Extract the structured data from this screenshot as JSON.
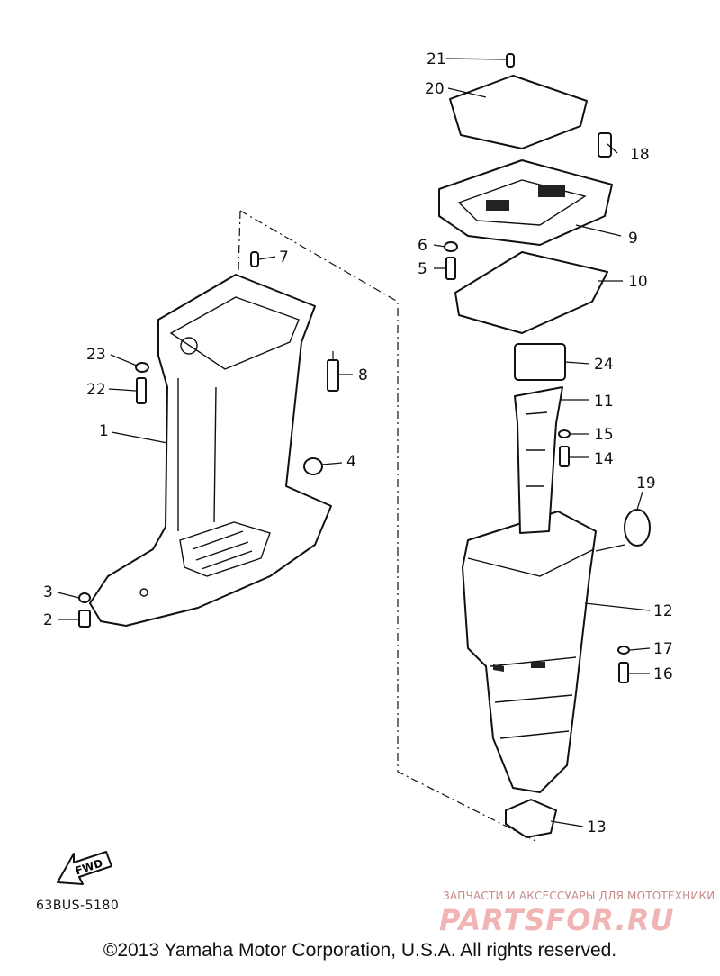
{
  "diagram": {
    "code": "63BUS-5180",
    "direction_label": "FWD",
    "copyright": "©2013 Yamaha Motor Corporation, U.S.A. All rights reserved.",
    "watermark_caption": "ЗАПЧАСТИ И АКСЕССУАРЫ ДЛЯ МОТОТЕХНИКИ",
    "watermark_logo": "PARTSFOR.RU",
    "callouts": {
      "c1": "1",
      "c2": "2",
      "c3": "3",
      "c4": "4",
      "c5": "5",
      "c6": "6",
      "c7": "7",
      "c8": "8",
      "c9": "9",
      "c10": "10",
      "c11": "11",
      "c12": "12",
      "c13": "13",
      "c14": "14",
      "c15": "15",
      "c16": "16",
      "c17": "17",
      "c18": "18",
      "c19": "19",
      "c20": "20",
      "c21": "21",
      "c22": "22",
      "c23": "23",
      "c24": "24"
    }
  }
}
